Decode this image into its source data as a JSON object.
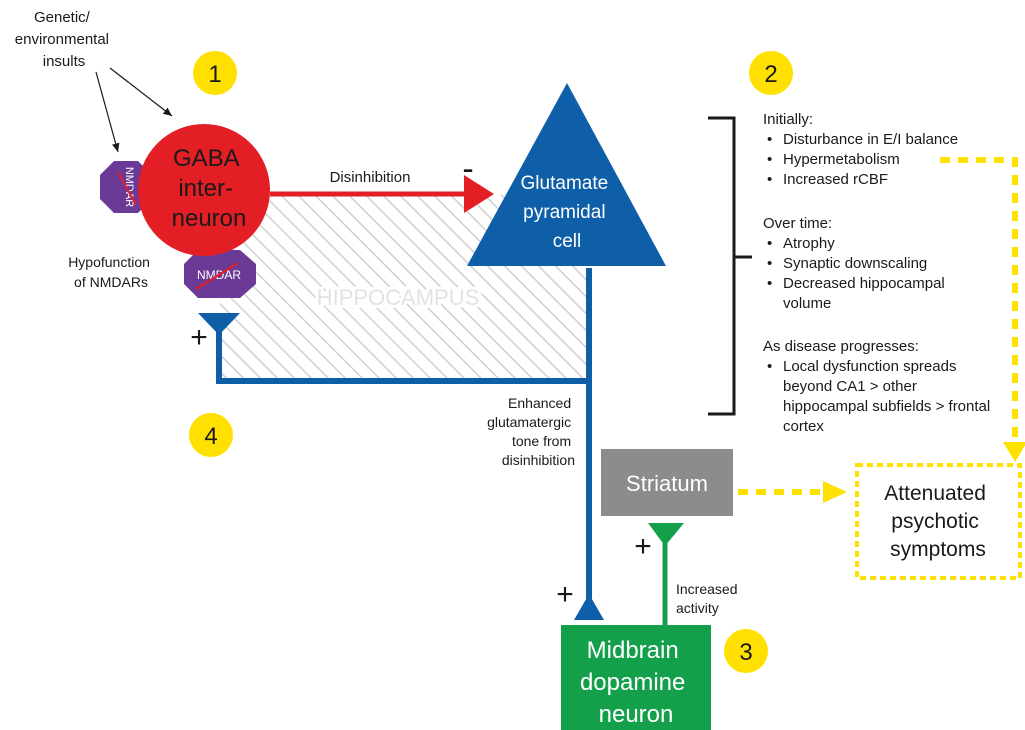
{
  "colors": {
    "gaba_red": "#e31e24",
    "glutamate_blue": "#0f5fa8",
    "dopamine_green": "#14a04a",
    "striatum_gray": "#8c8c8c",
    "nmdar_purple": "#6b3a96",
    "badge_yellow": "#ffe000",
    "dashed_yellow": "#ffe100",
    "hatch_gray": "#cfcfcf"
  },
  "labels": {
    "insults": [
      "Genetic/",
      "environmental",
      "insults"
    ],
    "gaba": [
      "GABA",
      "inter-",
      "neuron"
    ],
    "nmdar_top": "NMDAR",
    "nmdar_bottom": "NMDAR",
    "hypofunction": [
      "Hypofunction",
      "of NMDARs"
    ],
    "disinhibition": "Disinhibition",
    "minus": "-",
    "glutamate": [
      "Glutamate",
      "pyramidal",
      "cell"
    ],
    "hippocampus": "HIPPOCAMPUS",
    "plus_feedback": "+",
    "plus_midbrain": "+",
    "plus_striatum": "+",
    "enhanced": [
      "Enhanced",
      "glutamatergic",
      "tone from",
      "disinhibition"
    ],
    "striatum": "Striatum",
    "increased_activity": [
      "Increased",
      "activity"
    ],
    "midbrain": [
      "Midbrain",
      "dopamine",
      "neuron"
    ],
    "attenuated": [
      "Attenuated",
      "psychotic",
      "symptoms"
    ]
  },
  "badges": [
    "1",
    "2",
    "3",
    "4"
  ],
  "effects_panel": {
    "initially": {
      "heading": "Initially:",
      "items": [
        "Disturbance in E/I balance",
        "Hypermetabolism",
        "Increased rCBF"
      ]
    },
    "over_time": {
      "heading": "Over time:",
      "items": [
        "Atrophy",
        "Synaptic downscaling",
        "Decreased hippocampal volume"
      ]
    },
    "progression": {
      "heading": "As disease progresses:",
      "items": [
        "Local dysfunction spreads beyond CA1 > other hippocampal subfields > frontal cortex"
      ]
    }
  }
}
